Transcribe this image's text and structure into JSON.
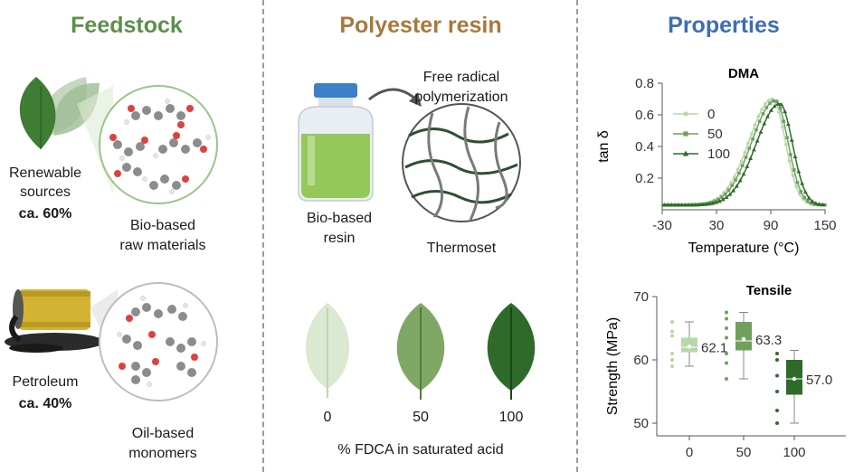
{
  "feedstock": {
    "title": "Feedstock",
    "renewable_line1": "Renewable",
    "renewable_line2": "sources",
    "renewable_pct": "ca. 60%",
    "biobased_line1": "Bio-based",
    "biobased_line2": "raw materials",
    "petroleum": "Petroleum",
    "petroleum_pct": "ca. 40%",
    "oilbased_line1": "Oil-based",
    "oilbased_line2": "monomers"
  },
  "resin": {
    "title": "Polyester resin",
    "fr_line1": "Free radical",
    "fr_line2": "polymerization",
    "bottle_line1": "Bio-based",
    "bottle_line2": "resin",
    "thermoset": "Thermoset",
    "leaf_labels": [
      "0",
      "50",
      "100"
    ],
    "leaf_caption": "% FDCA in saturated acid"
  },
  "properties": {
    "title": "Properties",
    "dma_title": "DMA",
    "tensile_title": "Tensile"
  },
  "colors": {
    "feedstock_green": "#5c8f4a",
    "resin_brown": "#a8783d",
    "properties_blue": "#3e6db5",
    "light_green": "#b9d6a8",
    "mid_green": "#6fa05c",
    "dark_green": "#2e6b2a"
  },
  "chart_data": [
    {
      "type": "line",
      "title": "DMA",
      "xlabel": "Temperature (°C)",
      "ylabel": "tan δ",
      "xlim": [
        -30,
        150
      ],
      "ylim": [
        0,
        0.8
      ],
      "xticks": [
        "-30",
        "30",
        "90",
        "150"
      ],
      "yticks": [
        "0.2",
        "0.4",
        "0.6",
        "0.8"
      ],
      "legend_position": "left",
      "series": [
        {
          "name": "0",
          "peak_x": 92,
          "peak_y": 0.7,
          "color": "#b9d6a8",
          "marker": "circle"
        },
        {
          "name": "50",
          "peak_x": 95,
          "peak_y": 0.69,
          "color": "#6fa05c",
          "marker": "square"
        },
        {
          "name": "100",
          "peak_x": 100,
          "peak_y": 0.67,
          "color": "#2e6b2a",
          "marker": "triangle"
        }
      ]
    },
    {
      "type": "box",
      "title": "Tensile",
      "xlabel": "",
      "ylabel": "Strength (MPa)",
      "ylim": [
        48,
        70
      ],
      "yticks": [
        "50",
        "60",
        "70"
      ],
      "categories": [
        "0",
        "50",
        "100"
      ],
      "boxes": [
        {
          "category": "0",
          "mean": 62.1,
          "mean_label": "62.1",
          "min": 59,
          "q1": 61.2,
          "median": 62.0,
          "q3": 63.5,
          "max": 66,
          "points": [
            66,
            64.5,
            63.8,
            61,
            60,
            59
          ],
          "color": "#b9d6a8"
        },
        {
          "category": "50",
          "mean": 63.3,
          "mean_label": "63.3",
          "min": 57,
          "q1": 61.5,
          "median": 63.0,
          "q3": 66,
          "max": 67.5,
          "points": [
            67.5,
            66.5,
            65,
            63.5,
            61,
            59.5,
            57
          ],
          "color": "#6fa05c"
        },
        {
          "category": "100",
          "mean": 57.0,
          "mean_label": "57.0",
          "min": 50,
          "q1": 54.5,
          "median": 57.0,
          "q3": 60,
          "max": 61.5,
          "points": [
            61,
            60,
            57.5,
            55,
            52,
            50
          ],
          "color": "#2e6b2a"
        }
      ]
    }
  ]
}
